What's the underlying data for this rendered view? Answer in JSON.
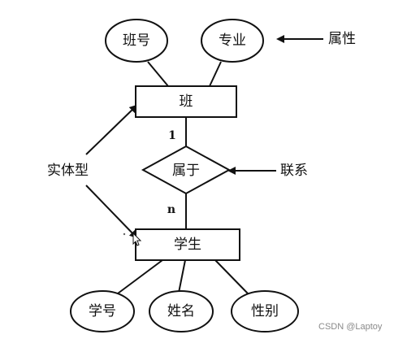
{
  "entities": {
    "class": "班",
    "student": "学生"
  },
  "attributes": {
    "class_number": "班号",
    "major": "专业",
    "student_number": "学号",
    "name": "姓名",
    "gender": "性别"
  },
  "relationship": {
    "label": "属于",
    "cardinality_top": "1",
    "cardinality_bottom": "n"
  },
  "annotations": {
    "attribute": "属性",
    "relationship": "联系",
    "entity_type": "实体型"
  },
  "watermark": "CSDN @Laptoy"
}
